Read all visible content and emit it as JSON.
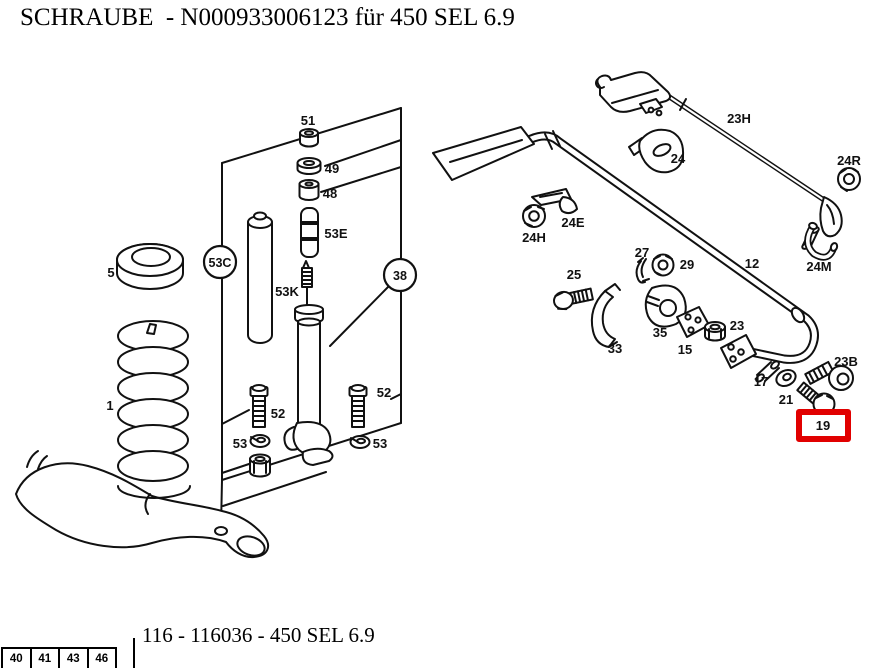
{
  "header": {
    "title": "SCHRAUBE  - N000933006123 für 450 SEL 6.9"
  },
  "diagram": {
    "type": "exploded-parts-diagram",
    "subject": "front axle coil spring, shock absorber and stabilizer bar",
    "highlighted_part": "19",
    "highlight_color": "#e10000",
    "callouts": [
      {
        "id": "51",
        "text": "51"
      },
      {
        "id": "49",
        "text": "49"
      },
      {
        "id": "48",
        "text": "48"
      },
      {
        "id": "53E",
        "text": "53E"
      },
      {
        "id": "53C",
        "text": "53C"
      },
      {
        "id": "53K",
        "text": "53K"
      },
      {
        "id": "38",
        "text": "38"
      },
      {
        "id": "5",
        "text": "5"
      },
      {
        "id": "1",
        "text": "1"
      },
      {
        "id": "52-left",
        "text": "52"
      },
      {
        "id": "53-left",
        "text": "53"
      },
      {
        "id": "52-right",
        "text": "52"
      },
      {
        "id": "53-right",
        "text": "53"
      },
      {
        "id": "23H",
        "text": "23H"
      },
      {
        "id": "24",
        "text": "24"
      },
      {
        "id": "24R",
        "text": "24R"
      },
      {
        "id": "24E",
        "text": "24E"
      },
      {
        "id": "24H",
        "text": "24H"
      },
      {
        "id": "24M",
        "text": "24M"
      },
      {
        "id": "27",
        "text": "27"
      },
      {
        "id": "29",
        "text": "29"
      },
      {
        "id": "25",
        "text": "25"
      },
      {
        "id": "12",
        "text": "12"
      },
      {
        "id": "33",
        "text": "33"
      },
      {
        "id": "35",
        "text": "35"
      },
      {
        "id": "15",
        "text": "15"
      },
      {
        "id": "23",
        "text": "23"
      },
      {
        "id": "17",
        "text": "17"
      },
      {
        "id": "21",
        "text": "21"
      },
      {
        "id": "19",
        "text": "19"
      },
      {
        "id": "23B",
        "text": "23B"
      }
    ]
  },
  "footer": {
    "caption": "116 - 116036 - 450 SEL 6.9",
    "page_tabs": [
      {
        "label": "40"
      },
      {
        "label": "41"
      },
      {
        "label": "43"
      },
      {
        "label": "46"
      }
    ]
  }
}
